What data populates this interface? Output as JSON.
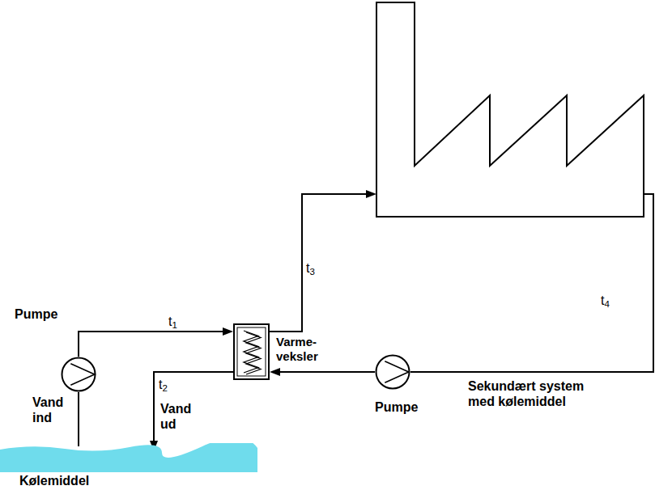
{
  "diagram": {
    "nodes": [
      {
        "text": [
          "Pumpe"
        ]
      },
      {
        "text": [
          "Varme- veksler"
        ]
      },
      {
        "text": [
          "Pumpe"
        ]
      },
      {
        "text": [
          "Kølemiddel"
        ]
      }
    ],
    "edges": [
      {
        "from": 0,
        "to": 1,
        "arrow": "to"
      },
      {
        "from": 1,
        "to": 3,
        "arrow": "to"
      },
      {
        "from": 3,
        "to": 0,
        "arrow": "none"
      },
      {
        "from": 2,
        "to": 1,
        "arrow": "to"
      }
    ],
    "labels": [
      "t1",
      "t2",
      "t3",
      "t4",
      "Vand ind",
      "Vand ud",
      "Sekundært system med kølemiddel"
    ]
  }
}
